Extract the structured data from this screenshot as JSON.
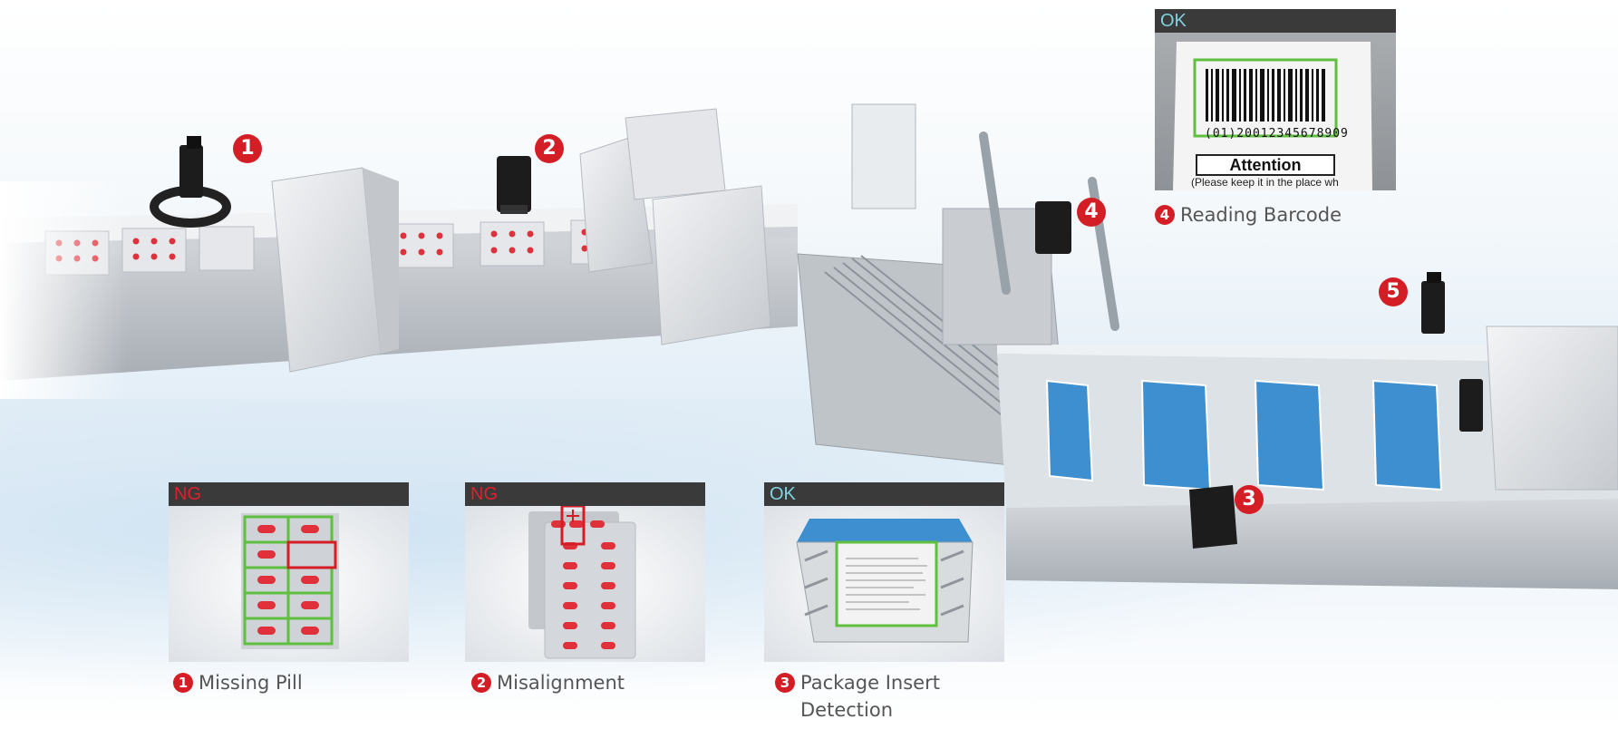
{
  "markers": [
    "1",
    "2",
    "3",
    "4",
    "5"
  ],
  "panels": {
    "missing_pill": {
      "status": "NG",
      "caption": "Missing Pill",
      "num": "1"
    },
    "misalignment": {
      "status": "NG",
      "caption": "Misalignment",
      "num": "2"
    },
    "package_insert": {
      "status": "OK",
      "caption": "Package Insert",
      "caption2": "Detection",
      "num": "3"
    },
    "barcode": {
      "status": "OK",
      "caption": "Reading Barcode",
      "num": "4",
      "barcode_text": "(01)20012345678909",
      "attention": "Attention",
      "note": "(Please keep it in the place wh"
    }
  },
  "colors": {
    "ng": "#e0202a",
    "ok": "#7fd3e0",
    "marker": "#d41e26",
    "highlight_ok": "#5fbf3f",
    "highlight_ng": "#d41e26"
  }
}
